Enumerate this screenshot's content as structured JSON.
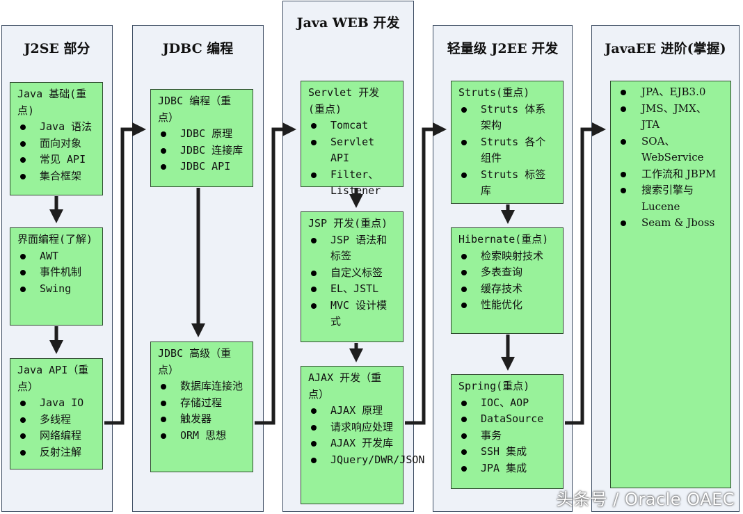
{
  "columns": [
    {
      "title": "J2SE 部分",
      "boxes": [
        {
          "title": "Java 基础(重点)",
          "items": [
            "Java 语法",
            "面向对象",
            "常见 API",
            "集合框架"
          ]
        },
        {
          "title": "界面编程(了解)",
          "items": [
            "AWT",
            "事件机制",
            "Swing"
          ]
        },
        {
          "title": "Java API（重点）",
          "items": [
            "Java IO",
            "多线程",
            "网络编程",
            "反射注解"
          ]
        }
      ]
    },
    {
      "title": "JDBC 编程",
      "boxes": [
        {
          "title": "JDBC 编程（重点）",
          "items": [
            "JDBC 原理",
            "JDBC 连接库",
            "JDBC API"
          ]
        },
        {
          "title": "JDBC 高级（重点）",
          "items": [
            "数据库连接池",
            "存储过程",
            "触发器",
            "ORM 思想"
          ]
        }
      ]
    },
    {
      "title": "Java WEB 开发",
      "boxes": [
        {
          "title": "Servlet 开发(重点)",
          "items": [
            "Tomcat",
            "Servlet API",
            "Filter、Listener"
          ]
        },
        {
          "title": "JSP 开发(重点)",
          "items": [
            "JSP 语法和标签",
            "自定义标签",
            "EL、JSTL",
            "MVC 设计模式"
          ]
        },
        {
          "title": "AJAX 开发（重点）",
          "items": [
            "AJAX 原理",
            "请求响应处理",
            "AJAX 开发库",
            "JQuery/DWR/JSON"
          ]
        }
      ]
    },
    {
      "title": "轻量级 J2EE 开发",
      "boxes": [
        {
          "title": "Struts(重点)",
          "items": [
            "Struts 体系架构",
            "Struts 各个组件",
            "Struts 标签库"
          ]
        },
        {
          "title": "Hibernate(重点)",
          "items": [
            "检索映射技术",
            "多表查询",
            "缓存技术",
            "性能优化"
          ]
        },
        {
          "title": "Spring(重点)",
          "items": [
            "IOC、AOP",
            "DataSource",
            "事务",
            "SSH 集成",
            "JPA 集成"
          ]
        }
      ]
    },
    {
      "title": "JavaEE 进阶(掌握)",
      "boxes": [
        {
          "title": "",
          "items": [
            "JPA、EJB3.0",
            "JMS、JMX、JTA",
            "SOA、WebService",
            "工作流和 JBPM",
            "搜索引擎与 Lucene",
            "Seam & Jboss"
          ]
        }
      ]
    }
  ],
  "watermark": "头条号 / Oracle OAEC"
}
